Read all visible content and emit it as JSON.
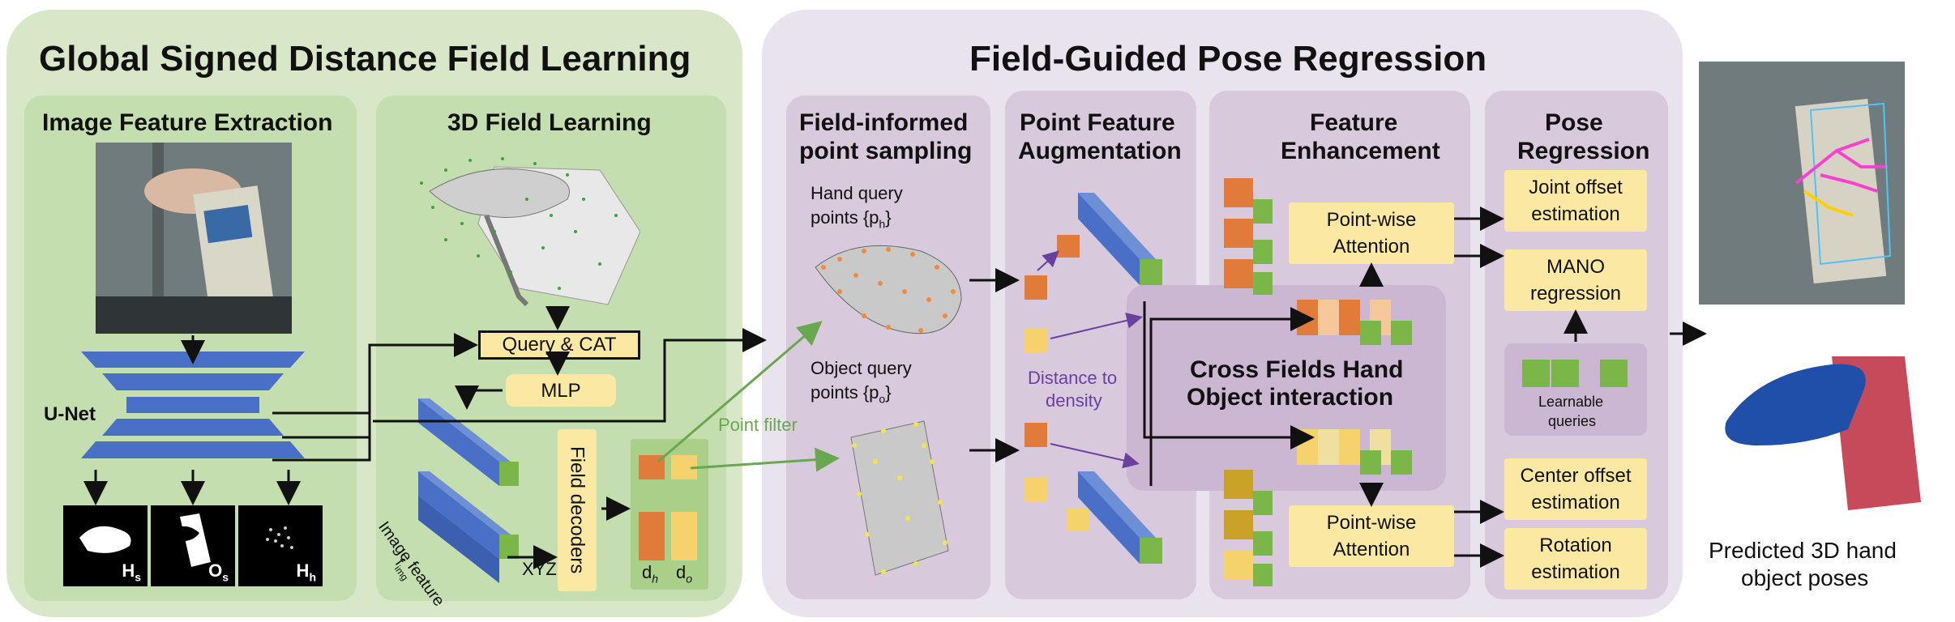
{
  "left_section": {
    "title": "Global Signed Distance Field Learning",
    "image_feature": {
      "title": "Image Feature Extraction",
      "unet_label": "U-Net",
      "masks": [
        {
          "label": "H",
          "subscript": "s"
        },
        {
          "label": "O",
          "subscript": "s"
        },
        {
          "label": "H",
          "subscript": "h"
        }
      ]
    },
    "field_learning": {
      "title": "3D Field Learning",
      "query_cat": "Query & CAT",
      "mlp": "MLP",
      "image_feature_label": "Image feature",
      "f_img": "f",
      "f_img_sub": "img",
      "xyz": "XYZ",
      "field_decoders": "Field decoders",
      "dh": "d",
      "dh_sub": "h",
      "do": "d",
      "do_sub": "o"
    }
  },
  "right_section": {
    "title": "Field-Guided Pose Regression",
    "sampling": {
      "title_line1": "Field-informed",
      "title_line2": "point sampling",
      "hand_query_line1": "Hand query",
      "hand_query_line2": "points {p",
      "hand_query_sub": "h",
      "object_query_line1": "Object query",
      "object_query_line2": "points {p",
      "object_query_sub": "o",
      "point_filter": "Point filter"
    },
    "augmentation": {
      "title_line1": "Point Feature",
      "title_line2": "Augmentation",
      "distance_to_density_line1": "Distance to",
      "distance_to_density_line2": "density"
    },
    "enhancement": {
      "title_line1": "Feature",
      "title_line2": "Enhancement",
      "attention_top_line1": "Point-wise",
      "attention_top_line2": "Attention",
      "attention_bottom_line1": "Point-wise",
      "attention_bottom_line2": "Attention",
      "cross_fields_line1": "Cross Fields Hand",
      "cross_fields_line2": "Object interaction"
    },
    "regression": {
      "title_line1": "Pose",
      "title_line2": "Regression",
      "joint_offset_line1": "Joint offset",
      "joint_offset_line2": "estimation",
      "mano_line1": "MANO",
      "mano_line2": "regression",
      "learnable_line1": "Learnable",
      "learnable_line2": "queries",
      "center_offset_line1": "Center offset",
      "center_offset_line2": "estimation",
      "rotation_line1": "Rotation",
      "rotation_line2": "estimation"
    }
  },
  "output": {
    "caption_line1": "Predicted 3D hand",
    "caption_line2": "object poses"
  },
  "colors": {
    "green_panel": "#d7e7c8",
    "green_sub": "#c4deaf",
    "purple_panel": "#e9e3ed",
    "purple_sub": "#d8c9dc",
    "yellow_box": "#fbe9a3",
    "blue_feature": "#4a6fc7",
    "green_point": "#7ab648",
    "orange_dist": "#e07b39",
    "gold_dist": "#f5d26b",
    "purple_text": "#6b3fa0"
  },
  "icons": [
    "hand-mask-icon",
    "object-mask-icon",
    "keypoint-mask-icon",
    "hand-mesh-icon",
    "object-mesh-icon"
  ]
}
